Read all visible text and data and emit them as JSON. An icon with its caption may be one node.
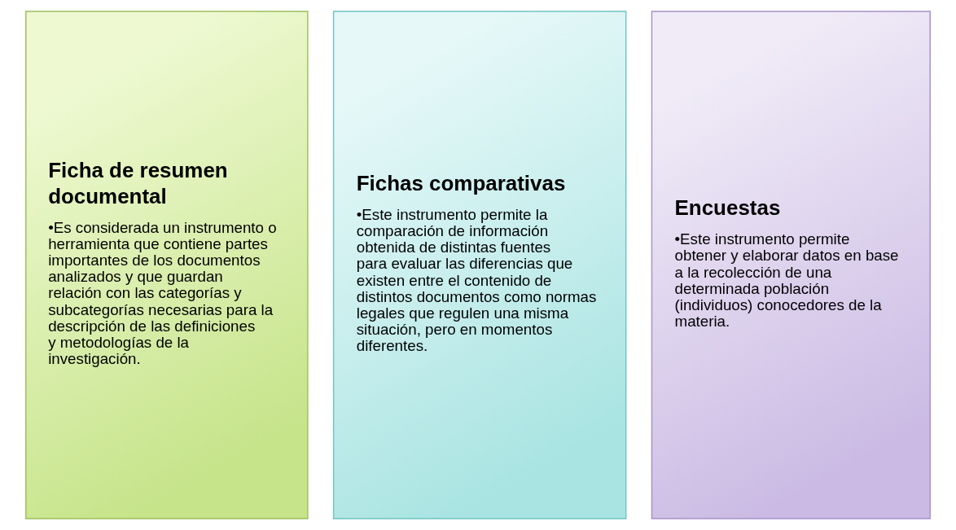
{
  "diagram": {
    "nodes": [
      {
        "text": [
          "Ficha de resumen documental",
          "•Es considerada un instrumento o herramienta que contiene partes importantes de los documentos analizados y que guardan relación con las categorías y subcategorías necesarias para la descripción de las definiciones y metodologías de la investigación."
        ]
      },
      {
        "text": [
          "Fichas comparativas",
          "•Este instrumento permite la comparación de información obtenida de distintas fuentes para evaluar las diferencias que existen entre el contenido de distintos documentos como normas legales que regulen una misma situación, pero en momentos diferentes."
        ]
      },
      {
        "text": [
          "Encuestas",
          "•Este instrumento permite obtener y elaborar datos en base a la recolección de una determinada población (individuos) conocedores de la materia."
        ]
      }
    ],
    "edges": []
  }
}
